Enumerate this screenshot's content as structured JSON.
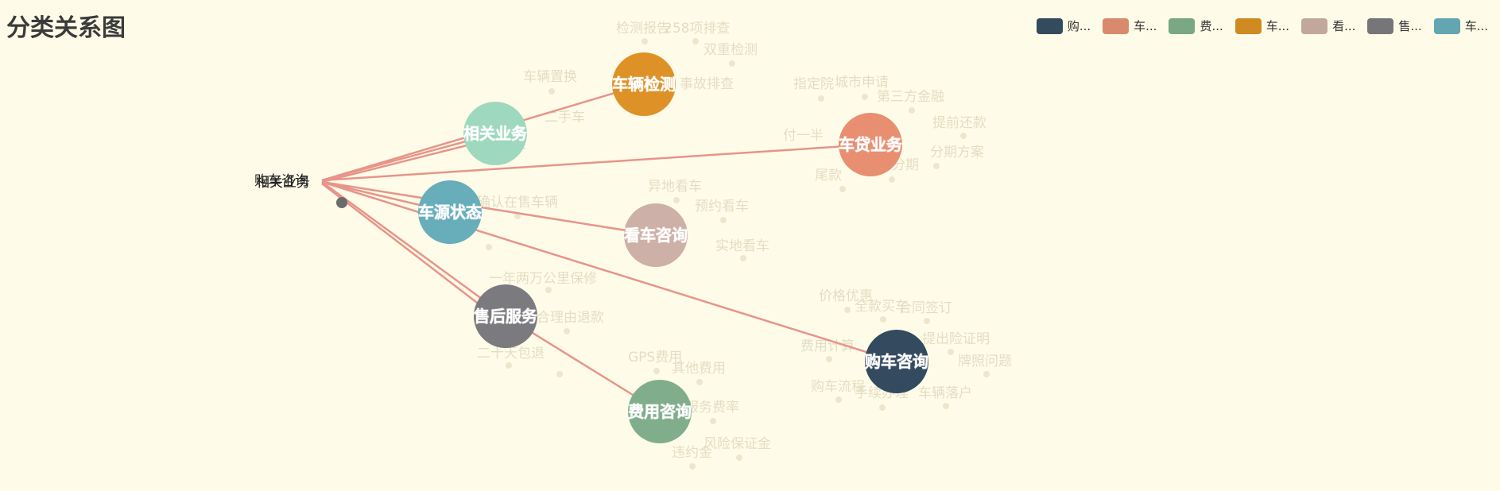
{
  "title": "分类关系图",
  "legend": [
    {
      "label": "购...",
      "color": "#344b5e"
    },
    {
      "label": "车...",
      "color": "#d98a6c"
    },
    {
      "label": "费...",
      "color": "#7aa784"
    },
    {
      "label": "车...",
      "color": "#cf8a22"
    },
    {
      "label": "看...",
      "color": "#c2a89c"
    },
    {
      "label": "售...",
      "color": "#767679"
    },
    {
      "label": "车...",
      "color": "#61a6b0"
    }
  ],
  "root": {
    "label_a": "购车咨询",
    "label_b": "相关业务"
  },
  "nodes": [
    {
      "id": "car_inspection",
      "label": "车辆检测",
      "color": "#de9126"
    },
    {
      "id": "related_business",
      "label": "相关业务",
      "color": "#9ed8bf"
    },
    {
      "id": "car_loan",
      "label": "车贷业务",
      "color": "#e88f72"
    },
    {
      "id": "car_source",
      "label": "车源状态",
      "color": "#68adba"
    },
    {
      "id": "viewing",
      "label": "看车咨询",
      "color": "#cdb0a8"
    },
    {
      "id": "after_sales",
      "label": "售后服务",
      "color": "#7b7b7f"
    },
    {
      "id": "purchase",
      "label": "购车咨询",
      "color": "#334a5f"
    },
    {
      "id": "fees",
      "label": "费用咨询",
      "color": "#80ae8c"
    }
  ],
  "faint_labels": [
    "检测报告",
    "258项排查",
    "双重检测",
    "事故排查",
    "车辆置换",
    "二手车",
    "新车",
    "指定院",
    "城市申请",
    "第三方金融",
    "提前还款",
    "付一半",
    "分期方案",
    "尾款",
    "分期",
    "异地看车",
    "预约看车",
    "实地看车",
    "确认在售车辆",
    "一年两万公里保修",
    "合理由退款",
    "二十天包退",
    "价格优惠",
    "全款买车",
    "合同签订",
    "费用计算",
    "提出险证明",
    "牌照问题",
    "购车流程",
    "车辆落户",
    "手续办理",
    "GPS费用",
    "其他费用",
    "服务费率",
    "风险保证金",
    "违约金"
  ]
}
